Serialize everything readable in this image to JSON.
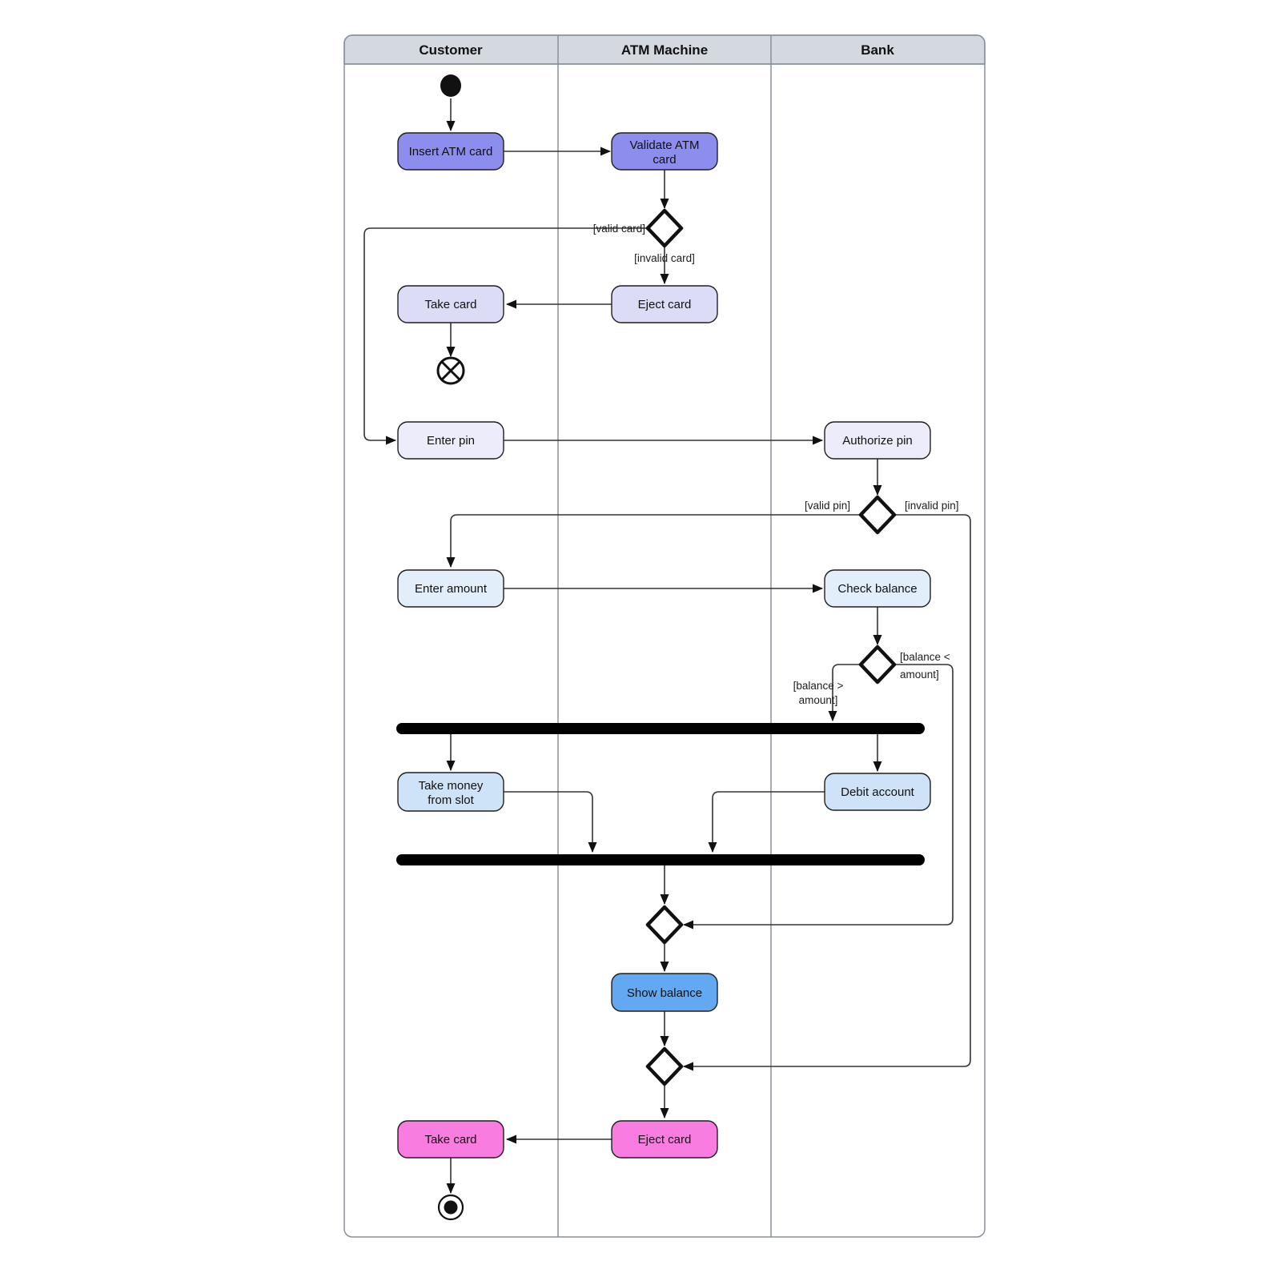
{
  "lanes": [
    "Customer",
    "ATM Machine",
    "Bank"
  ],
  "colors": {
    "header_fill": "#d4d9df",
    "frame_stroke": "#8a9199",
    "activity_purple": "#8d8dee",
    "activity_lavender": "#dcdcf7",
    "activity_pale_lavender": "#ececfa",
    "activity_pale_blue": "#e3eefb",
    "activity_light_blue": "#cfe3f8",
    "activity_bright_blue": "#62a9f2",
    "activity_pink": "#f97ce1",
    "sync_bar": "#000000",
    "edge": "#333333"
  },
  "nodes": {
    "insert_atm_card": {
      "label": "Insert ATM card"
    },
    "validate_atm_card": {
      "line1": "Validate ATM",
      "line2": "card"
    },
    "take_card_top": {
      "label": "Take card"
    },
    "eject_card_top": {
      "label": "Eject card"
    },
    "enter_pin": {
      "label": "Enter pin"
    },
    "authorize_pin": {
      "label": "Authorize pin"
    },
    "enter_amount": {
      "label": "Enter amount"
    },
    "check_balance": {
      "label": "Check balance"
    },
    "take_money_from_slot": {
      "line1": "Take money",
      "line2": "from slot"
    },
    "debit_account": {
      "label": "Debit account"
    },
    "show_balance": {
      "label": "Show balance"
    },
    "eject_card_bottom": {
      "label": "Eject card"
    },
    "take_card_bottom": {
      "label": "Take card"
    }
  },
  "guards": {
    "valid_card": "[valid card]",
    "invalid_card": "[invalid card]",
    "valid_pin": "[valid pin]",
    "invalid_pin": "[invalid pin]",
    "balance_gt_line1": "[balance >",
    "balance_gt_line2": "amount]",
    "balance_lt_line1": "[balance <",
    "balance_lt_line2": "amount]"
  }
}
